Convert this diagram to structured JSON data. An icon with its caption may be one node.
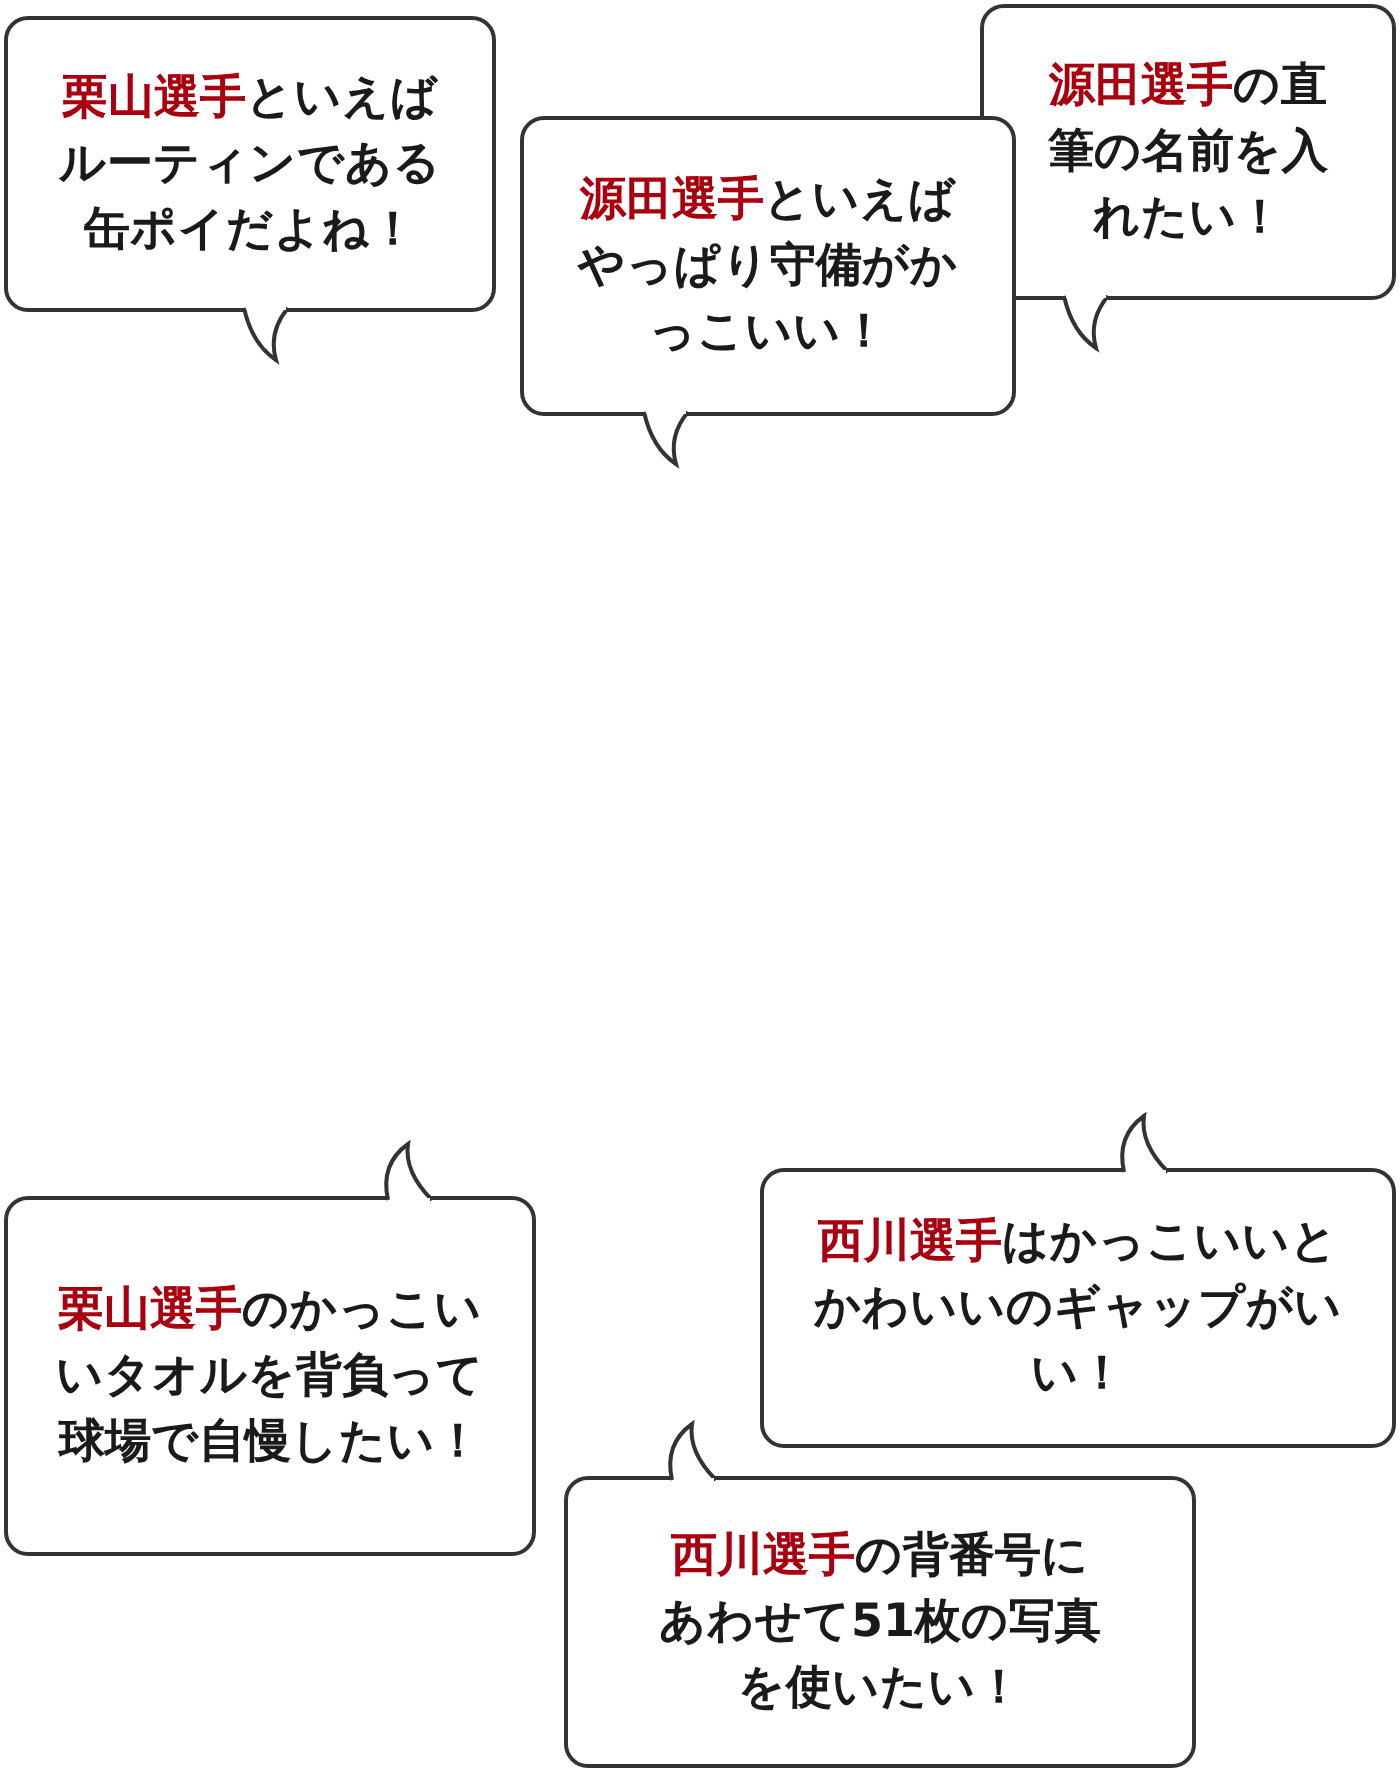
{
  "diagram": {
    "nodes": [
      {
        "text": [
          "**栗山選手**といえばルーティンである缶ポイだよね！"
        ]
      },
      {
        "text": [
          "**源田選手**の直筆の名前を入れたい！"
        ]
      },
      {
        "text": [
          "**源田選手**といえばやっぱり守備がかっこいい！"
        ]
      },
      {
        "text": [
          "**栗山選手**のかっこいいタオルを背負って球場で自慢したい！"
        ]
      },
      {
        "text": [
          "**西川選手**はかっこいいとかわいいのギャップがいい！"
        ]
      },
      {
        "text": [
          "**西川選手**の背番号にあわせて51枚の写真を使いたい！"
        ]
      }
    ]
  }
}
